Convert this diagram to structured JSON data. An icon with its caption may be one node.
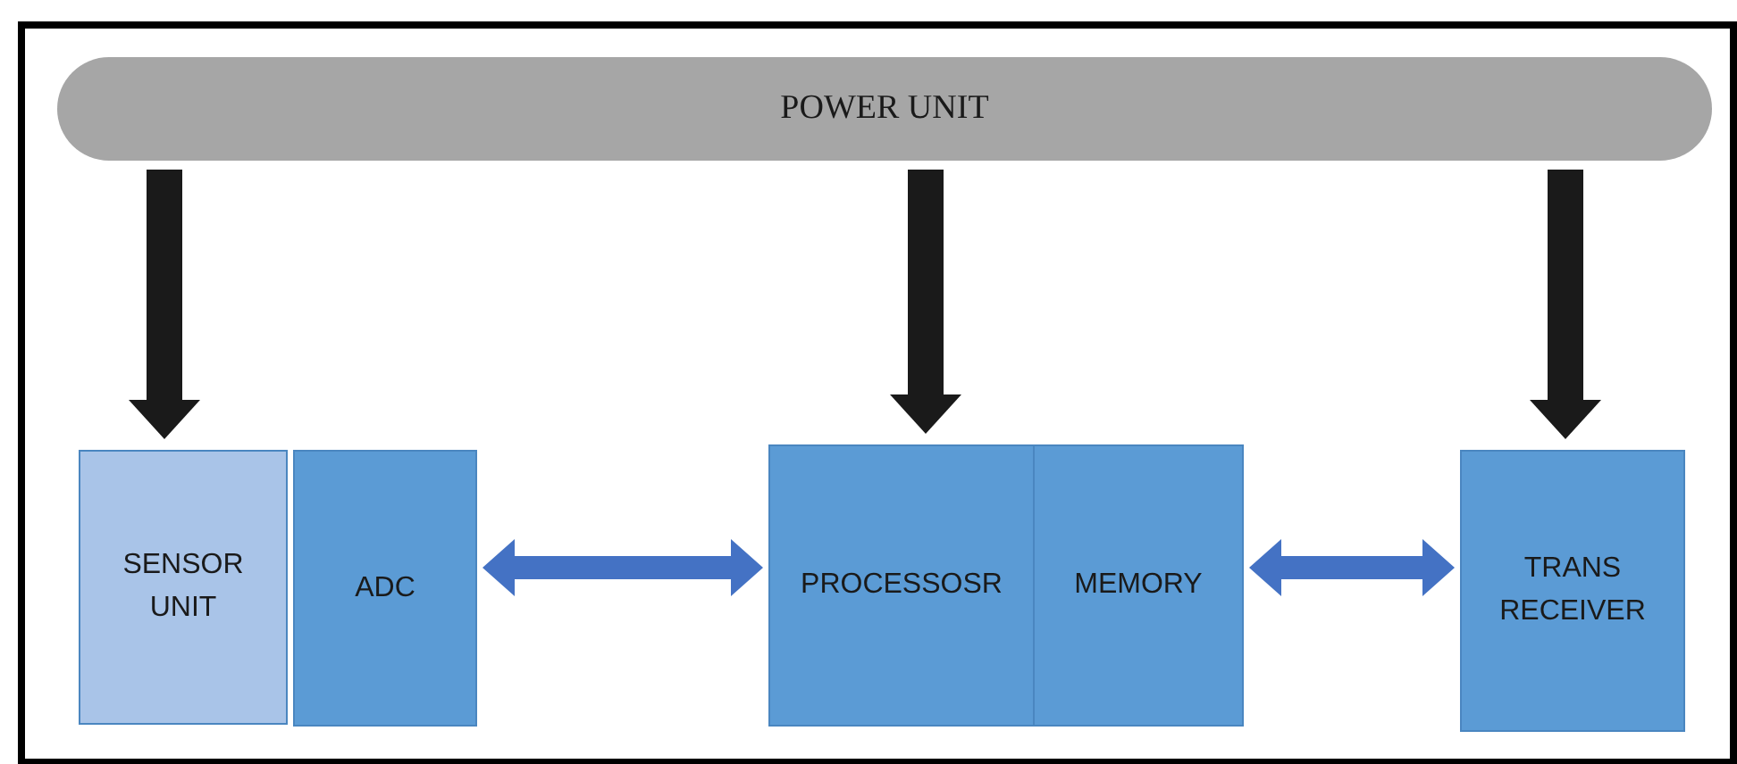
{
  "diagram": {
    "nodes": [
      {
        "text": [
          "POWER UNIT"
        ]
      },
      {
        "text": [
          "SENSOR UNIT"
        ]
      },
      {
        "text": [
          "ADC"
        ]
      },
      {
        "text": [
          "PROCESSOSR"
        ]
      },
      {
        "text": [
          "MEMORY"
        ]
      },
      {
        "text": [
          "TRANS RECEIVER"
        ]
      }
    ],
    "edges": [
      {
        "from": 0,
        "to": 1,
        "arrow": "to"
      },
      {
        "from": 0,
        "to": 3,
        "arrow": "to"
      },
      {
        "from": 0,
        "to": 5,
        "arrow": "to"
      },
      {
        "from": 2,
        "to": 3,
        "arrow": "both",
        "color": "#4472c4"
      },
      {
        "from": 4,
        "to": 5,
        "arrow": "both",
        "color": "#4472c4"
      }
    ]
  }
}
